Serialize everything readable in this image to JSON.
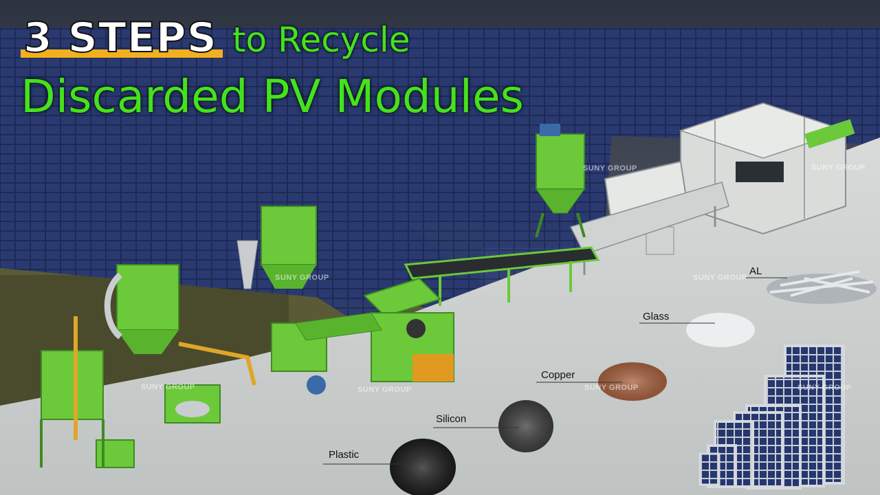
{
  "title": {
    "highlight": "3 STEPS",
    "rest_line1": "to Recycle",
    "line2": "Discarded PV Modules"
  },
  "materials": [
    {
      "label": "AL"
    },
    {
      "label": "Glass"
    },
    {
      "label": "Copper"
    },
    {
      "label": "Silicon"
    },
    {
      "label": "Plastic"
    }
  ],
  "watermark": "SUNY GROUP",
  "colors": {
    "title_green": "#44e21c",
    "highlight_bar": "#f2b01e",
    "machine_green": "#6cc93a",
    "panel_blue": "#1f2d5c"
  }
}
